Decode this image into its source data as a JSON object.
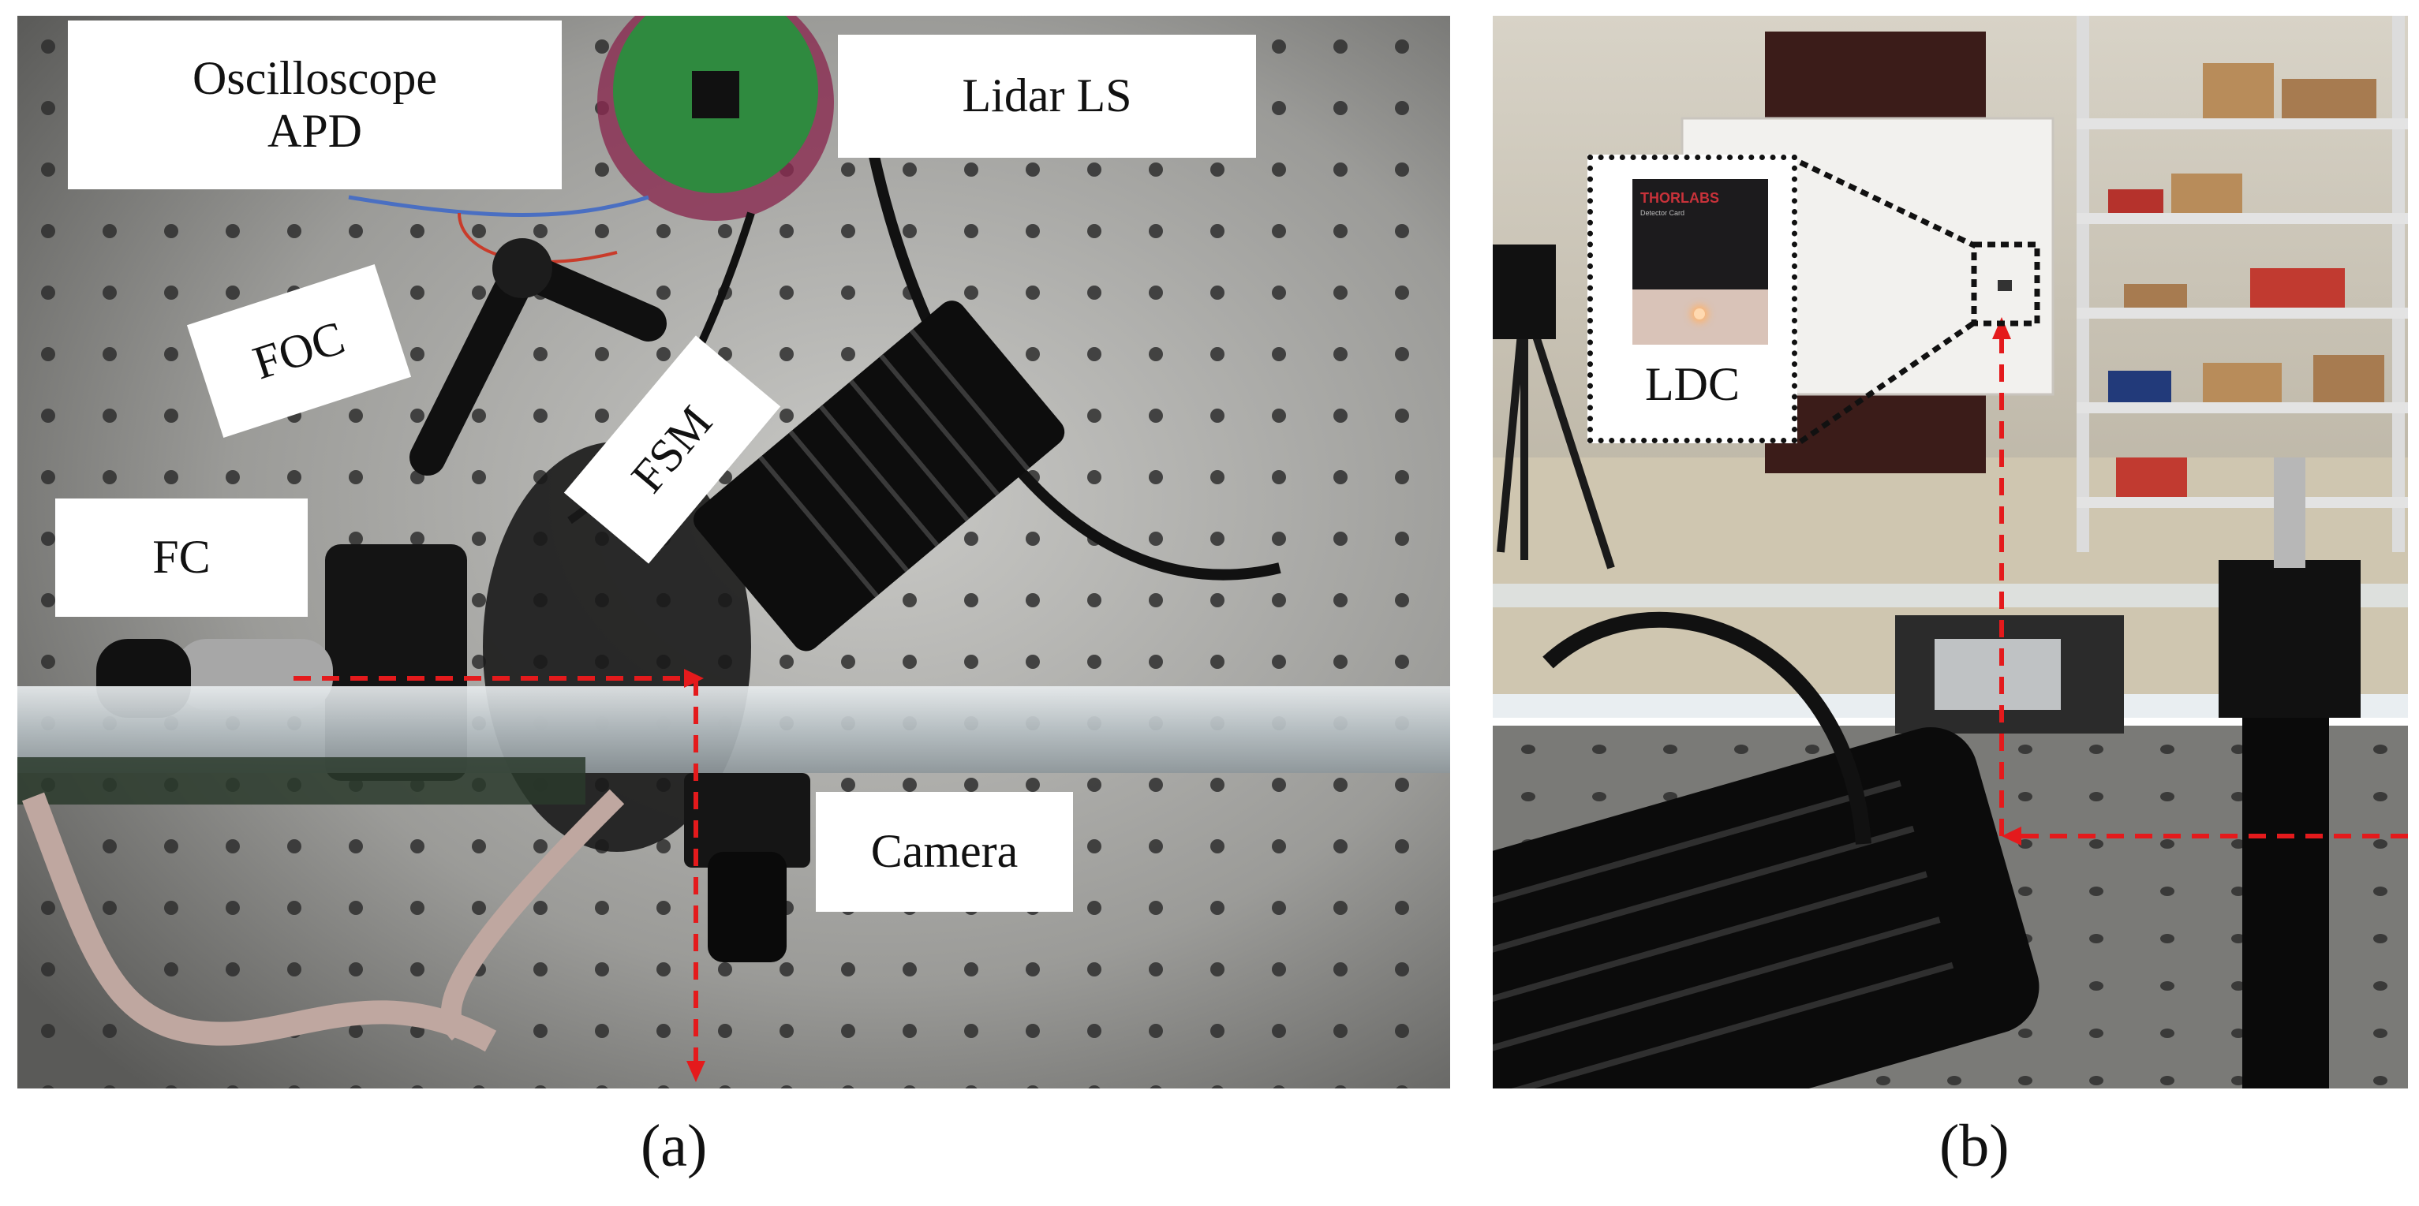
{
  "panel_a": {
    "caption": "(a)",
    "labels": {
      "oscilloscope_line1": "Oscilloscope",
      "oscilloscope_line2": "APD",
      "lidar": "Lidar LS",
      "foc": "FOC",
      "fsm": "FSM",
      "fc": "FC",
      "camera": "Camera"
    }
  },
  "panel_b": {
    "caption": "(b)",
    "labels": {
      "ldc": "LDC"
    },
    "card_brand": "THORLABS",
    "card_subtitle": "Detector Card"
  },
  "colors": {
    "beam_path": "#e41a1c",
    "inset_border": "#111111",
    "label_background": "#ffffff"
  }
}
